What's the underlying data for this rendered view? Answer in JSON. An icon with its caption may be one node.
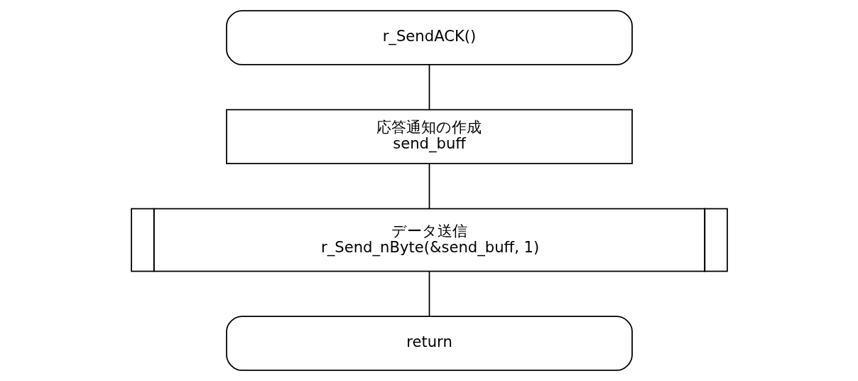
{
  "diagram": {
    "nodes": [
      {
        "text": [
          "r_SendACK()"
        ]
      },
      {
        "text": [
          "応答通知の作成",
          "send_buff"
        ]
      },
      {
        "text": [
          "データ送信",
          "r_Send_nByte(&send_buff, 1)"
        ]
      },
      {
        "text": [
          "return"
        ]
      }
    ],
    "edges": [
      {
        "from": 0,
        "to": 1,
        "arrow": "none"
      },
      {
        "from": 1,
        "to": 2,
        "arrow": "none"
      },
      {
        "from": 2,
        "to": 3,
        "arrow": "none"
      }
    ]
  }
}
